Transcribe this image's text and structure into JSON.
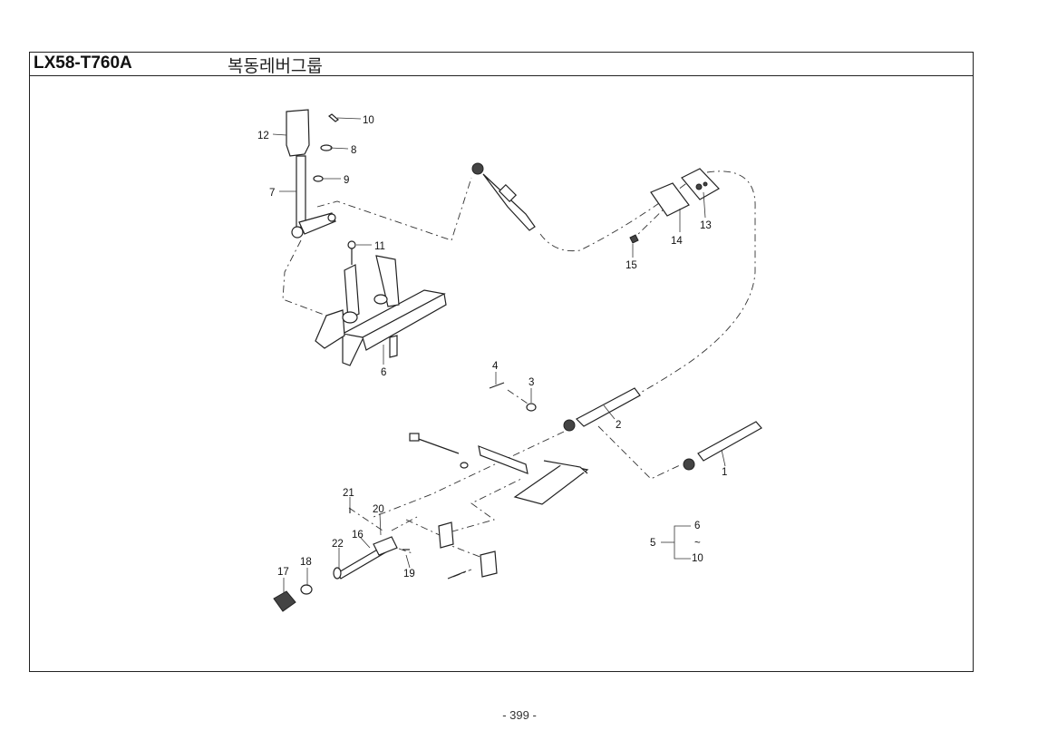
{
  "header": {
    "model": "LX58-T760A",
    "group_title": "복동레버그룹"
  },
  "callouts": {
    "c1": "1",
    "c2": "2",
    "c3": "3",
    "c4": "4",
    "c5": "5",
    "c6": "6",
    "c7": "7",
    "c8": "8",
    "c9": "9",
    "c10": "10",
    "c11": "11",
    "c12": "12",
    "c13": "13",
    "c14": "14",
    "c15": "15",
    "c16": "16",
    "c17": "17",
    "c18": "18",
    "c19": "19",
    "c20": "20",
    "c21": "21",
    "c22": "22",
    "legend_start": "5",
    "legend_from": "6",
    "legend_tilde": "~",
    "legend_to": "10"
  },
  "footer": {
    "page_number": "- 399 -"
  }
}
